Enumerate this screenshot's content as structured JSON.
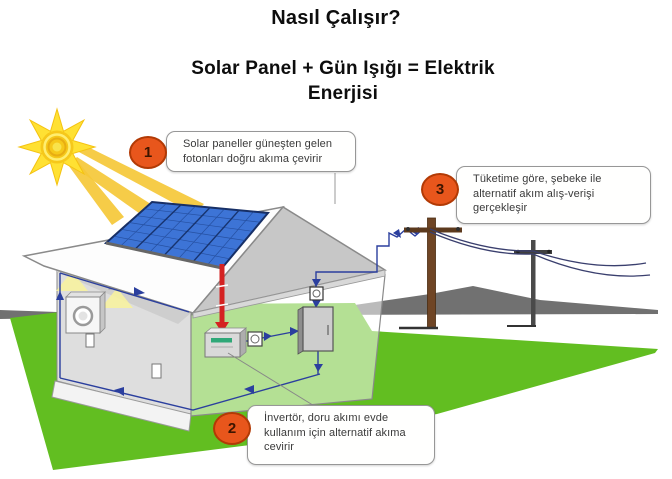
{
  "title": "Nasıl Çalışır?",
  "subtitle_lines": [
    "Solar Panel + Gün Işığı = Elektrik",
    "Enerjisi"
  ],
  "callouts": [
    {
      "number": "1",
      "text": "Solar paneller güneşten gelen fotonları doğru akıma çevirir"
    },
    {
      "number": "2",
      "text": "İnvertör, doru akımı evde kullanım için alternatif akıma cevirir"
    },
    {
      "number": "3",
      "text": "Tüketime göre, şebeke ile alternatif akım alış-verişi gerçekleşir"
    }
  ],
  "colors": {
    "badge_orange": "#e8561c",
    "badge_border": "#b23a05",
    "grass_green": "#62be21",
    "hill_gray": "#717171",
    "panel_blue": "#3d74d6",
    "panel_grid": "#1e4490",
    "wire_navy": "#2b3f9e",
    "dc_arrow_red": "#d42222",
    "sun_yellow": "#ffe133",
    "sun_gold": "#f6c81a",
    "inverter_stripe_green": "#2fa878",
    "pole_brown": "#6f4525"
  },
  "illustration": {
    "elements": [
      "sun",
      "sun-beams",
      "solar-panel",
      "house-cutaway",
      "ceiling-lamps",
      "washing-machine",
      "wall-outlets",
      "inverter",
      "dc-current-arrow",
      "electric-meters",
      "distribution-panel",
      "house-wiring",
      "utility-poles",
      "power-lines",
      "hills",
      "grass"
    ]
  }
}
